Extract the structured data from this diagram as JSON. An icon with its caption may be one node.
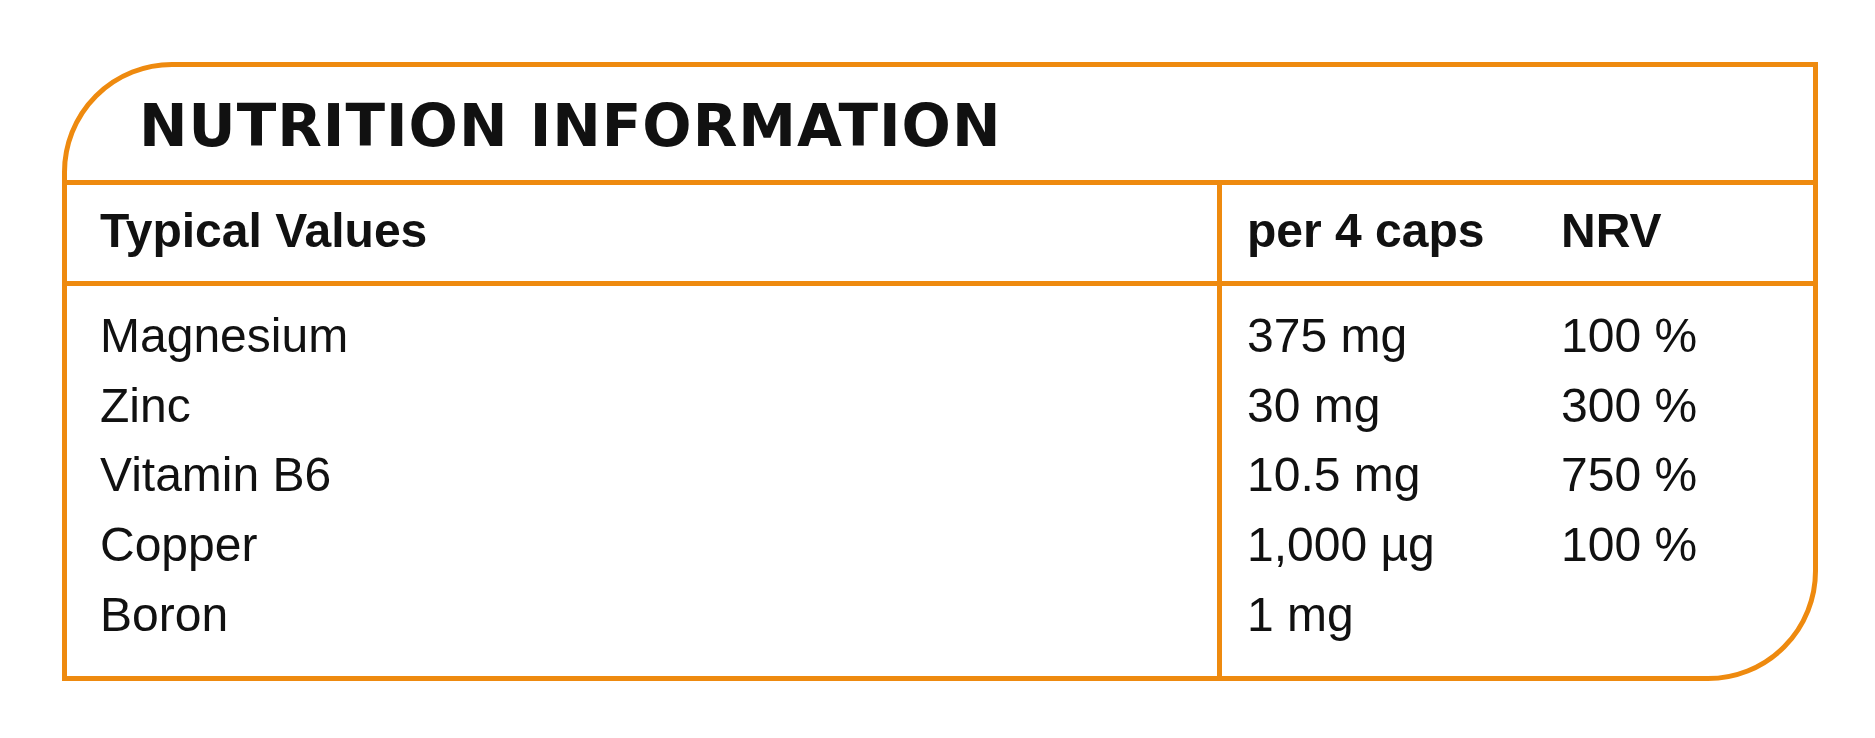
{
  "diagram": {
    "title": "NUTRITION INFORMATION",
    "labels": [
      "Typical Values",
      "per 4 caps",
      "NRV",
      "Magnesium",
      "375 mg",
      "100 %",
      "Zinc",
      "30 mg",
      "300 %",
      "Vitamin B6",
      "10.5 mg",
      "750 %",
      "Copper",
      "1,000 µg",
      "100 %",
      "Boron",
      "1 mg"
    ]
  }
}
